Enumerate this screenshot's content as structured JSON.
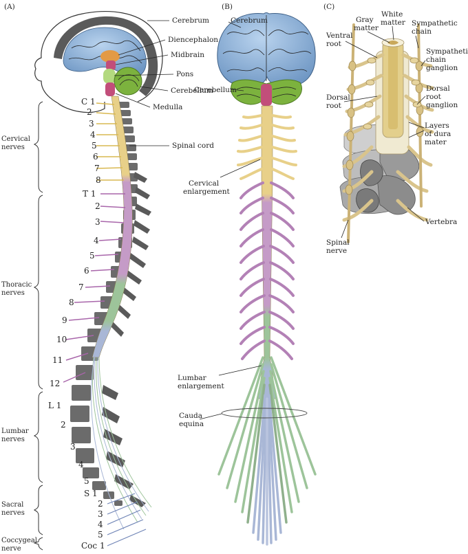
{
  "panels": {
    "a": "(A)",
    "b": "(B)",
    "c": "(C)"
  },
  "brain_labels": {
    "cerebrum_a": "Cerebrum",
    "diencephalon": "Diencephalon",
    "midbrain": "Midbrain",
    "pons": "Pons",
    "cerebellum": "Cerebellum",
    "medulla": "Medulla",
    "spinal_cord": "Spinal cord",
    "cerebrum_b": "Cerebrum",
    "cerebellum_b": "Cerebellum"
  },
  "b_labels": {
    "cervical_enl_1": "Cervical",
    "cervical_enl_2": "enlargement",
    "lumbar_enl_1": "Lumbar",
    "lumbar_enl_2": "enlargement",
    "cauda_1": "Cauda",
    "cauda_2": "equina"
  },
  "region_labels": {
    "cervical_1": "Cervical",
    "cervical_2": "nerves",
    "thoracic_1": "Thoracic",
    "thoracic_2": "nerves",
    "lumbar_1": "Lumbar",
    "lumbar_2": "nerves",
    "sacral_1": "Sacral",
    "sacral_2": "nerves",
    "coccygeal_1": "Coccygeal",
    "coccygeal_2": "nerve"
  },
  "nerve_numbers": {
    "cervical": [
      "C 1",
      "2",
      "3",
      "4",
      "5",
      "6",
      "7",
      "8"
    ],
    "thoracic": [
      "T 1",
      "2",
      "3",
      "4",
      "5",
      "6",
      "7",
      "8",
      "9",
      "10",
      "11",
      "12"
    ],
    "lumbar": [
      "L 1",
      "2",
      "3",
      "4",
      "5"
    ],
    "sacral": [
      "S 1",
      "2",
      "3",
      "4",
      "5"
    ],
    "coccygeal": [
      "Coc 1"
    ]
  },
  "c_labels": {
    "gray_1": "Gray",
    "gray_2": "matter",
    "white_1": "White",
    "white_2": "matter",
    "symp_chain_1": "Sympathetic",
    "symp_chain_2": "chain",
    "ventral_1": "Ventral",
    "ventral_2": "root",
    "symp_gang_1": "Sympathetic",
    "symp_gang_2": "chain",
    "symp_gang_3": "ganglion",
    "dorsal_root_1": "Dorsal",
    "dorsal_root_2": "root",
    "drg_1": "Dorsal",
    "drg_2": "root",
    "drg_3": "ganglion",
    "dura_1": "Layers",
    "dura_2": "of dura",
    "dura_3": "mater",
    "vertebra": "Vertebra",
    "spinal_nerve_1": "Spinal",
    "spinal_nerve_2": "nerve"
  },
  "colors": {
    "cervical": "#e8d089",
    "thoracic": "#c59bc7",
    "lumbar": "#9dc49a",
    "sacral": "#a9b7d6",
    "brain": "#8fb4d9",
    "cerebellum": "#7cb23e",
    "brainstem": "#c24e7a",
    "bone": "#6b6b6b"
  }
}
